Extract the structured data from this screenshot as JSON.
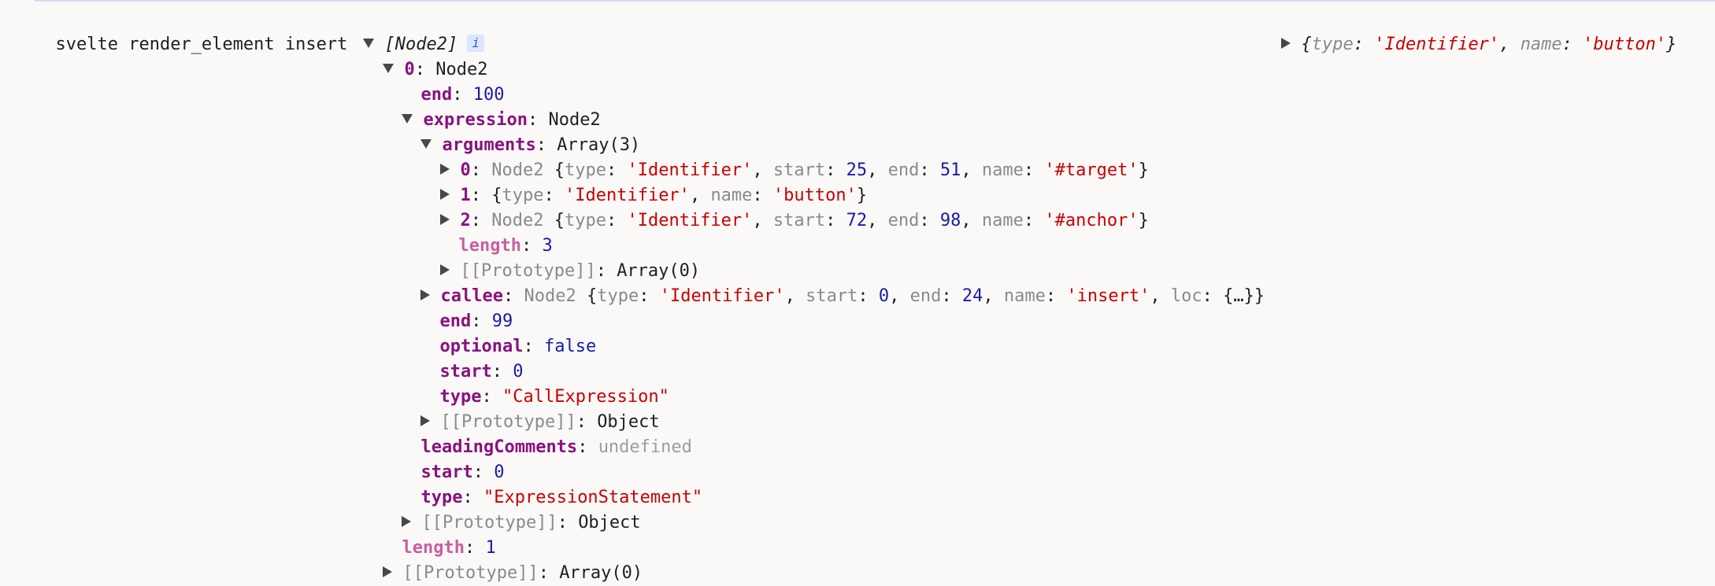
{
  "header": {
    "label": "svelte render_element insert",
    "root_summary": "[Node2]",
    "info_icon": "i"
  },
  "collapsed_log": {
    "text": "{type: 'Identifier', name: 'button'}",
    "open": "{",
    "k_type": "type",
    "v_type": "'Identifier'",
    "k_name": "name",
    "v_name": "'button'",
    "close": "}"
  },
  "tree": {
    "item0_key": "0",
    "item0_class": "Node2",
    "end_key": "end",
    "end_val": "100",
    "expression_key": "expression",
    "expression_class": "Node2",
    "arguments_key": "arguments",
    "arguments_class": "Array(3)",
    "arg0": {
      "key": "0",
      "preview": "Node2 {type: 'Identifier', start: 25, end: 51, name: '#target'}",
      "class": "Node2",
      "type": "'Identifier'",
      "start": "25",
      "end": "51",
      "name": "'#target'"
    },
    "arg1": {
      "key": "1",
      "preview": "{type: 'Identifier', name: 'button'}",
      "type": "'Identifier'",
      "name": "'button'"
    },
    "arg2": {
      "key": "2",
      "preview": "Node2 {type: 'Identifier', start: 72, end: 98, name: '#anchor'}",
      "class": "Node2",
      "type": "'Identifier'",
      "start": "72",
      "end": "98",
      "name": "'#anchor'"
    },
    "args_length_key": "length",
    "args_length_val": "3",
    "args_proto_key": "[[Prototype]]",
    "args_proto_val": "Array(0)",
    "callee": {
      "key": "callee",
      "preview": "Node2 {type: 'Identifier', start: 0, end: 24, name: 'insert', loc: {…}}",
      "class": "Node2",
      "type": "'Identifier'",
      "start": "0",
      "end": "24",
      "name": "'insert'",
      "loc": "{…}"
    },
    "expr_end_key": "end",
    "expr_end_val": "99",
    "optional_key": "optional",
    "optional_val": "false",
    "expr_start_key": "start",
    "expr_start_val": "0",
    "expr_type_key": "type",
    "expr_type_val": "\"CallExpression\"",
    "expr_proto_key": "[[Prototype]]",
    "expr_proto_val": "Object",
    "leading_key": "leadingComments",
    "leading_val": "undefined",
    "start_key": "start",
    "start_val": "0",
    "type_key": "type",
    "type_val": "\"ExpressionStatement\"",
    "node_proto_key": "[[Prototype]]",
    "node_proto_val": "Object",
    "length_key": "length",
    "length_val": "1",
    "root_proto_key": "[[Prototype]]",
    "root_proto_val": "Array(0)"
  },
  "labels": {
    "type": "type",
    "start": "start",
    "end": "end",
    "name": "name",
    "loc": "loc"
  },
  "colors": {
    "key": "#881280",
    "string": "#c80000",
    "number": "#1a1aa6",
    "background": "#faf9f8"
  }
}
